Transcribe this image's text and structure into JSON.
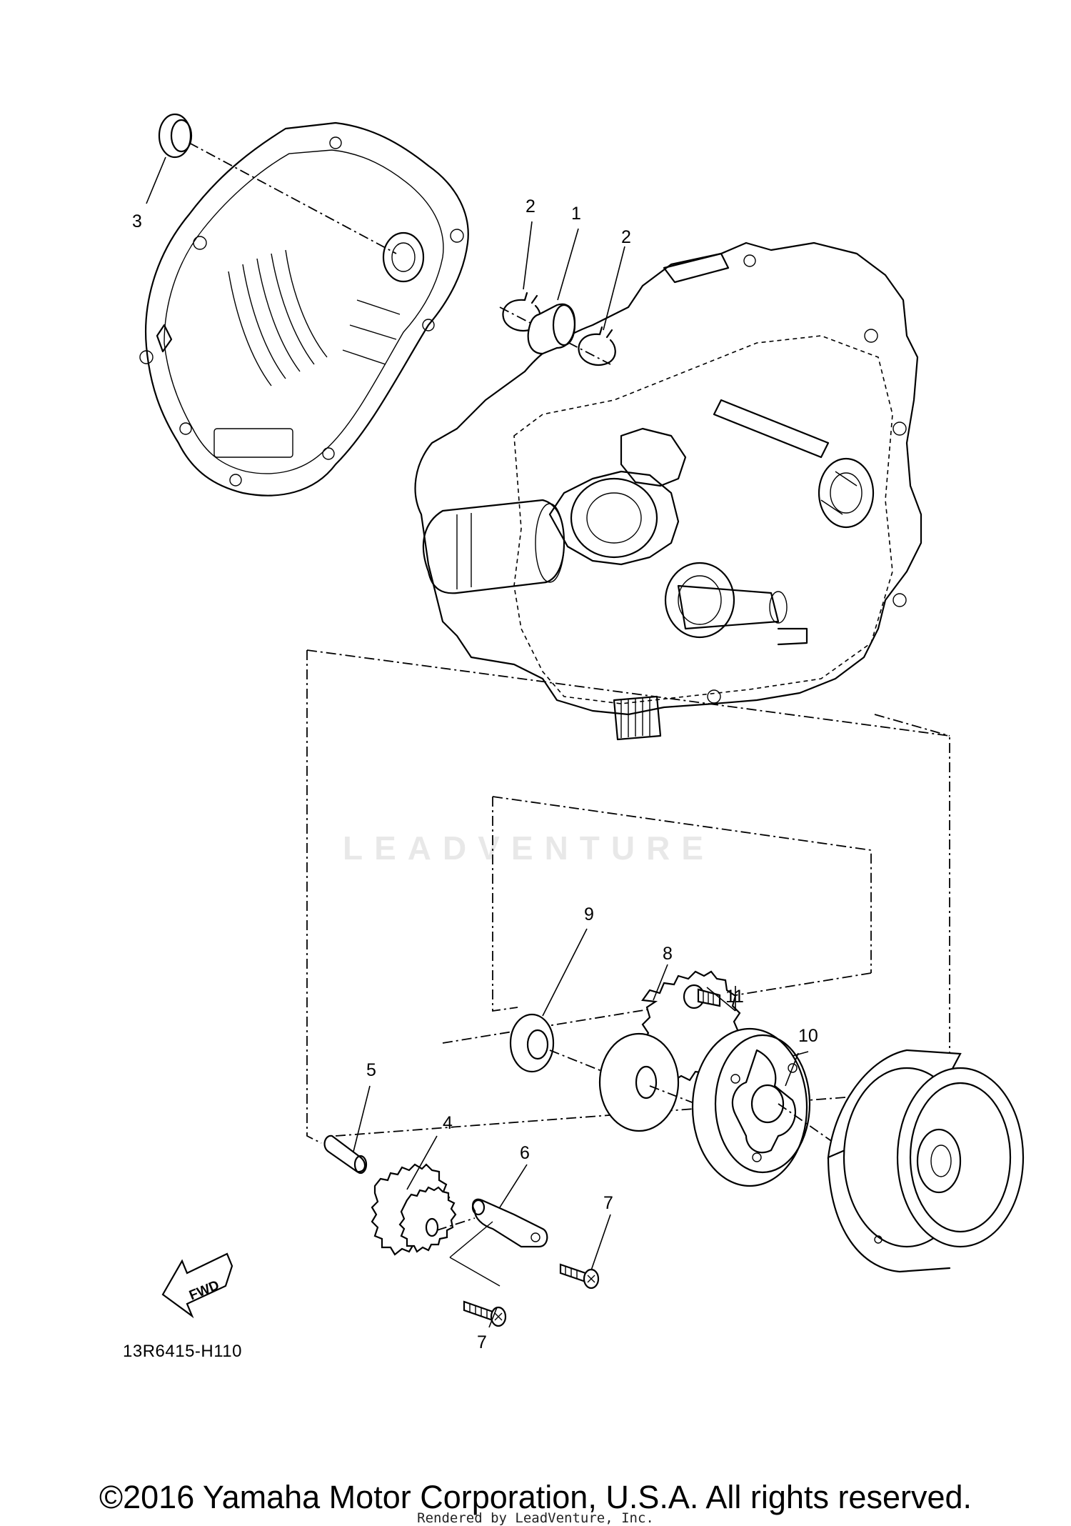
{
  "diagram": {
    "callouts": {
      "c1": "1",
      "c2a": "2",
      "c2b": "2",
      "c3": "3",
      "c4": "4",
      "c5": "5",
      "c6": "6",
      "c7a": "7",
      "c7b": "7",
      "c8": "8",
      "c9": "9",
      "c10": "10",
      "c11": "11"
    },
    "fwd_label": "FWD",
    "drawing_code": "13R6415-H110"
  },
  "watermark": "LEADVENTURE",
  "footer": {
    "copyright": "©2016 Yamaha Motor Corporation, U.S.A. All rights reserved.",
    "rendered_by": "Rendered by LeadVenture, Inc."
  }
}
